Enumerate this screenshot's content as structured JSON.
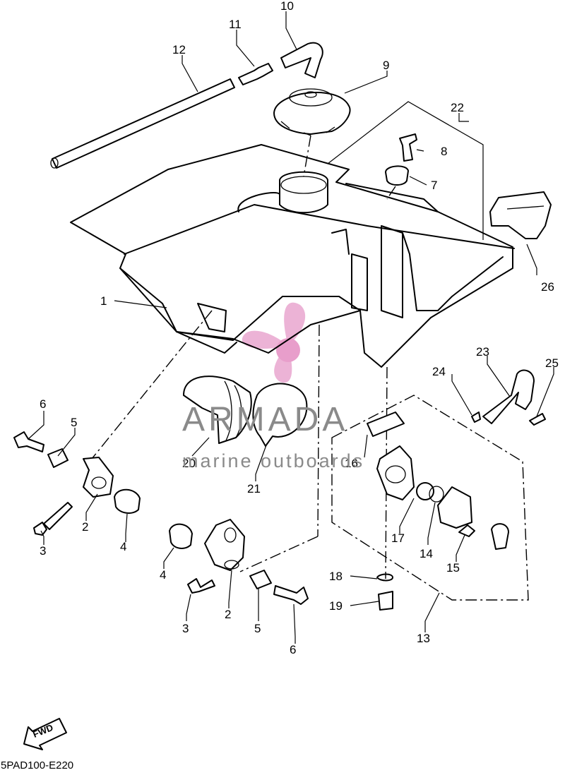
{
  "diagram": {
    "code": "5PAD100-E220",
    "direction_label": "FWD",
    "callouts": [
      "1",
      "2",
      "3",
      "4",
      "5",
      "6",
      "7",
      "8",
      "9",
      "10",
      "11",
      "12",
      "13",
      "14",
      "15",
      "16",
      "17",
      "18",
      "19",
      "20",
      "21",
      "22",
      "23",
      "24",
      "25",
      "26",
      "2",
      "3",
      "4",
      "5",
      "6"
    ]
  },
  "watermark": {
    "title": "ARMADA",
    "subtitle": "marine outboards",
    "color": "#e9a6cf"
  }
}
